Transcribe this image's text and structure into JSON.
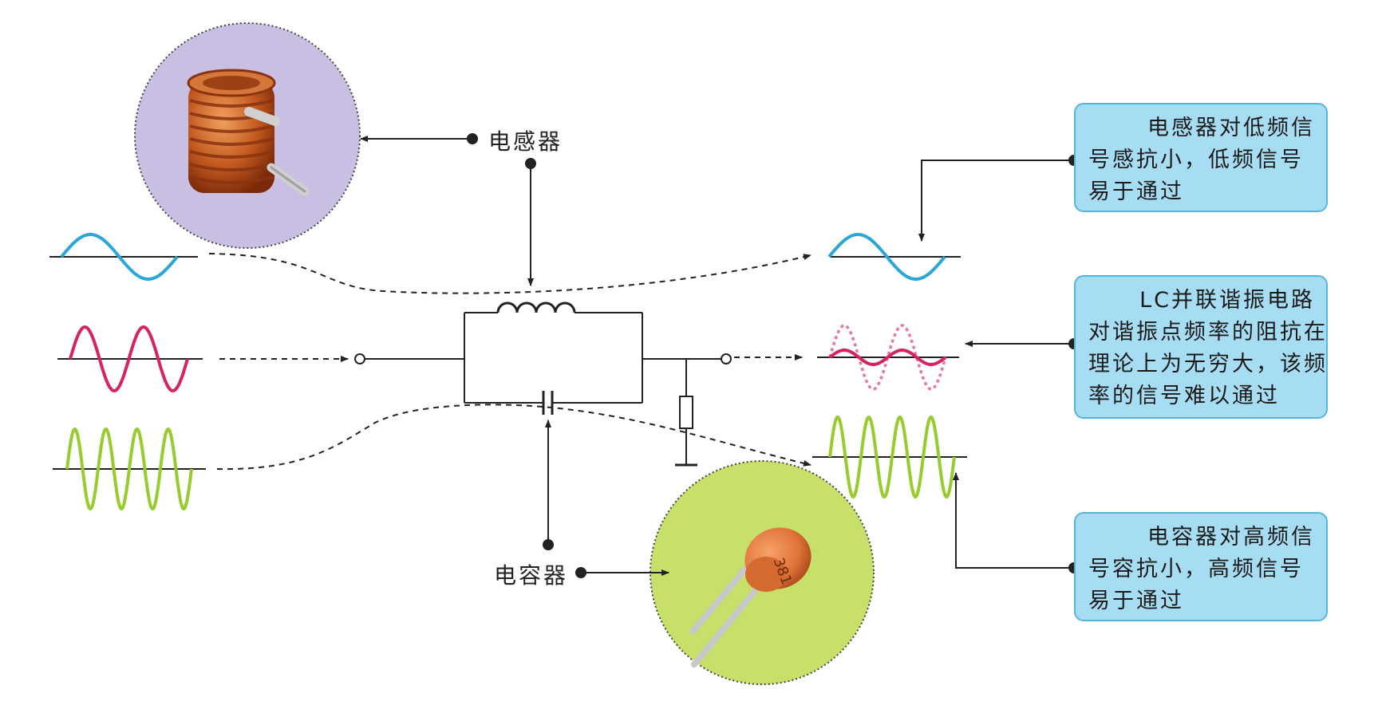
{
  "labels": {
    "inductor": "电感器",
    "capacitor": "电容器"
  },
  "notes": {
    "inductor_note": [
      "电感器对低频信",
      "号感抗小，低频信号",
      "易于通过"
    ],
    "lc_note": [
      "LC并联谐振电路",
      "对谐振点频率的阻抗在",
      "理论上为无穷大，该频",
      "率的信号难以通过"
    ],
    "capacitor_note": [
      "电容器对高频信",
      "号容抗小，高频信号",
      "易于通过"
    ]
  },
  "colors": {
    "low_freq": "#2aa6d9",
    "mid_freq": "#d7245e",
    "high_freq": "#98cc2c",
    "inductor_circle": "#c9bfe2",
    "capacitor_circle": "#c6e06a",
    "note_fill": "#a7ddf3",
    "note_border": "#55b5dd"
  },
  "icons": {
    "inductor_photo": "copper-coil-inductor-icon",
    "capacitor_photo": "ceramic-disc-capacitor-icon"
  }
}
